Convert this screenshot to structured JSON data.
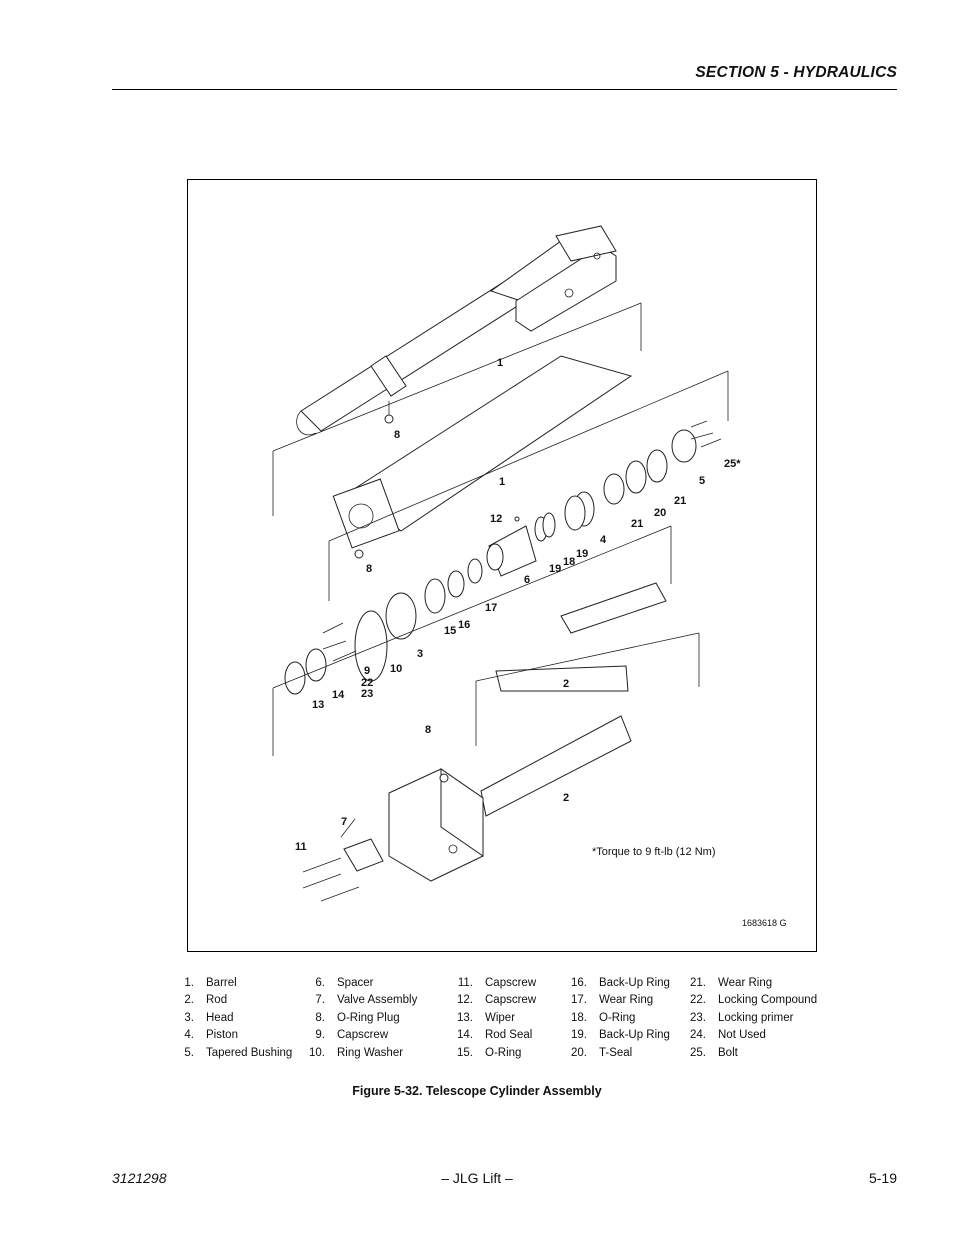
{
  "header": {
    "section_title": "SECTION 5 - HYDRAULICS"
  },
  "figure": {
    "callouts": [
      "1",
      "8",
      "1",
      "8",
      "12",
      "6",
      "19",
      "18",
      "19",
      "4",
      "21",
      "20",
      "21",
      "5",
      "25*",
      "17",
      "16",
      "15",
      "3",
      "10",
      "9",
      "22",
      "23",
      "14",
      "13",
      "2",
      "8",
      "2",
      "7",
      "11"
    ],
    "torque_note": "*Torque to 9 ft-lb (12 Nm)",
    "drawing_number": "1683618 G"
  },
  "legend": {
    "columns": [
      [
        {
          "num": "1.",
          "label": "Barrel"
        },
        {
          "num": "2.",
          "label": "Rod"
        },
        {
          "num": "3.",
          "label": "Head"
        },
        {
          "num": "4.",
          "label": "Piston"
        },
        {
          "num": "5.",
          "label": "Tapered Bushing"
        }
      ],
      [
        {
          "num": "6.",
          "label": "Spacer"
        },
        {
          "num": "7.",
          "label": "Valve Assembly"
        },
        {
          "num": "8.",
          "label": "O-Ring Plug"
        },
        {
          "num": "9.",
          "label": "Capscrew"
        },
        {
          "num": "10.",
          "label": "Ring Washer"
        }
      ],
      [
        {
          "num": "11.",
          "label": "Capscrew"
        },
        {
          "num": "12.",
          "label": "Capscrew"
        },
        {
          "num": "13.",
          "label": "Wiper"
        },
        {
          "num": "14.",
          "label": "Rod Seal"
        },
        {
          "num": "15.",
          "label": "O-Ring"
        }
      ],
      [
        {
          "num": "16.",
          "label": "Back-Up Ring"
        },
        {
          "num": "17.",
          "label": "Wear Ring"
        },
        {
          "num": "18.",
          "label": "O-Ring"
        },
        {
          "num": "19.",
          "label": "Back-Up Ring"
        },
        {
          "num": "20.",
          "label": "T-Seal"
        }
      ],
      [
        {
          "num": "21.",
          "label": "Wear Ring"
        },
        {
          "num": "22.",
          "label": "Locking Compound"
        },
        {
          "num": "23.",
          "label": "Locking primer"
        },
        {
          "num": "24.",
          "label": "Not Used"
        },
        {
          "num": "25.",
          "label": "Bolt"
        }
      ]
    ]
  },
  "caption": "Figure 5-32.  Telescope Cylinder Assembly",
  "footer": {
    "doc_number": "3121298",
    "company": "– JLG Lift –",
    "page_number": "5-19"
  }
}
